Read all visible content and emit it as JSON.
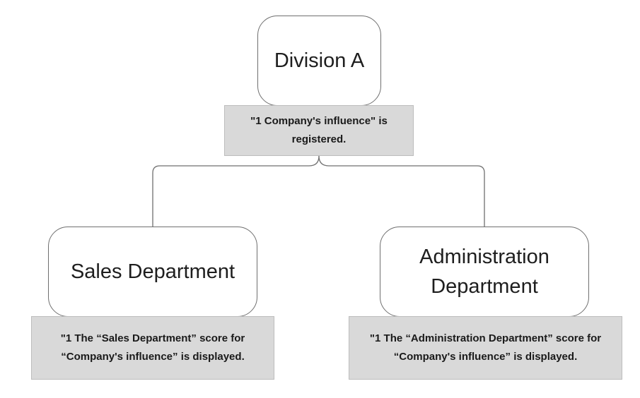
{
  "nodes": {
    "division_a": {
      "label": "Division A",
      "note": "\"1 Company's influence\" is registered."
    },
    "sales": {
      "label": "Sales Department",
      "note": "\"1  The “Sales Department” score for “Company's influence” is displayed."
    },
    "admin": {
      "label": "Administration Department",
      "note": "\"1  The “Administration Department” score for “Company's influence” is displayed."
    }
  },
  "colors": {
    "node_border": "#6f6f6f",
    "note_fill": "#d9d9d9",
    "connector": "#6f6f6f"
  }
}
